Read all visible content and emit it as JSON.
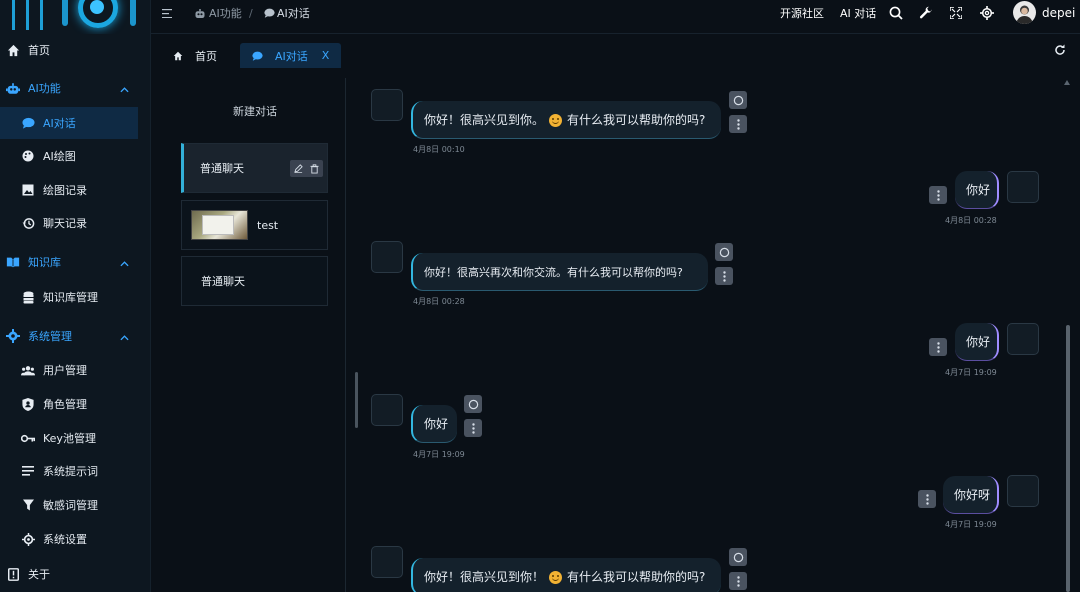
{
  "sidebar": {
    "items": [
      {
        "label": "首页",
        "icon": "home-icon"
      },
      {
        "label": "AI功能",
        "icon": "robot-icon"
      },
      {
        "label": "AI对话",
        "icon": "chat-icon"
      },
      {
        "label": "AI绘图",
        "icon": "palette-icon"
      },
      {
        "label": "绘图记录",
        "icon": "image-icon"
      },
      {
        "label": "聊天记录",
        "icon": "history-icon"
      },
      {
        "label": "知识库",
        "icon": "book-icon"
      },
      {
        "label": "知识库管理",
        "icon": "database-icon"
      },
      {
        "label": "系统管理",
        "icon": "gear-icon"
      },
      {
        "label": "用户管理",
        "icon": "users-icon"
      },
      {
        "label": "角色管理",
        "icon": "shield-icon"
      },
      {
        "label": "Key池管理",
        "icon": "key-icon"
      },
      {
        "label": "系统提示词",
        "icon": "lines-icon"
      },
      {
        "label": "敏感词管理",
        "icon": "filter-icon"
      },
      {
        "label": "系统设置",
        "icon": "settings-icon"
      },
      {
        "label": "关于",
        "icon": "info-icon"
      }
    ]
  },
  "header": {
    "breadcrumb": [
      "AI功能",
      "/",
      "AI对话"
    ],
    "links": [
      "开源社区",
      "AI 对话"
    ],
    "username": "depei"
  },
  "tabs": [
    {
      "label": "首页"
    },
    {
      "label": "AI对话",
      "close": "X"
    }
  ],
  "conversations": {
    "new_label": "新建对话",
    "items": [
      {
        "title": "普通聊天"
      },
      {
        "title": "test"
      },
      {
        "title": "普通聊天"
      }
    ]
  },
  "messages": [
    {
      "role": "ai",
      "text_a": "你好！很高兴见到你。",
      "text_b": "有什么我可以帮助你的吗?",
      "time": "4月8日 00:10"
    },
    {
      "role": "user",
      "text": "你好",
      "time": "4月8日 00:28"
    },
    {
      "role": "ai",
      "text": "你好！很高兴再次和你交流。有什么我可以帮你的吗?",
      "time": "4月8日 00:28"
    },
    {
      "role": "user",
      "text": "你好",
      "time": "4月7日 19:09"
    },
    {
      "role": "ai",
      "text": "你好",
      "time": "4月7日 19:09"
    },
    {
      "role": "user",
      "text": "你好呀",
      "time": "4月7日 19:09"
    },
    {
      "role": "ai",
      "text_a": "你好！很高兴见到你！",
      "text_b": "有什么我可以帮助你的吗?"
    }
  ],
  "colors": {
    "accent": "#3aa6ff",
    "ai_border": "#33b7e0",
    "user_border": "#9f8cff"
  }
}
